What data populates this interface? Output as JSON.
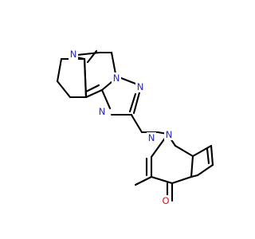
{
  "molecule": {
    "colors": {
      "bond": "#000000",
      "nitrogen": "#1f1fd6",
      "oxygen": "#e01010",
      "background": "#ffffff"
    },
    "atom_labels": {
      "n1": "N",
      "n2": "N",
      "n3": "N",
      "n4": "N",
      "n5": "N",
      "n6": "N",
      "o1": "O"
    }
  }
}
